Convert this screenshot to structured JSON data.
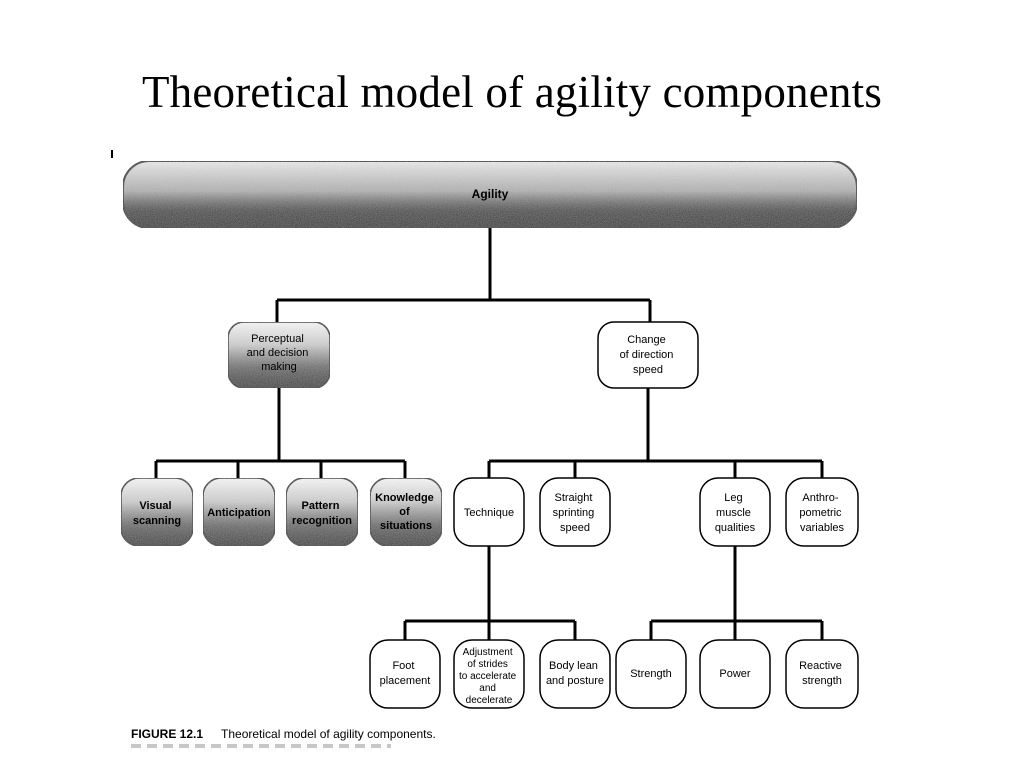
{
  "title": "Theoretical model of agility components",
  "root": "Agility",
  "level1": [
    "Perceptual and decision making",
    "Change of direction speed"
  ],
  "perceptual_children": [
    "Visual scanning",
    "Anticipation",
    "Pattern recognition",
    "Knowledge of situations"
  ],
  "cod_children": [
    "Technique",
    "Straight sprinting speed",
    "Leg muscle qualities",
    "Anthro-pometric variables"
  ],
  "technique_children": [
    "Foot placement",
    "Adjustment of strides to accelerate and decelerate",
    "Body lean and posture"
  ],
  "leg_children": [
    "Strength",
    "Power",
    "Reactive strength"
  ],
  "caption": {
    "figure": "FIGURE 12.1",
    "text": "Theoretical model of agility components."
  }
}
